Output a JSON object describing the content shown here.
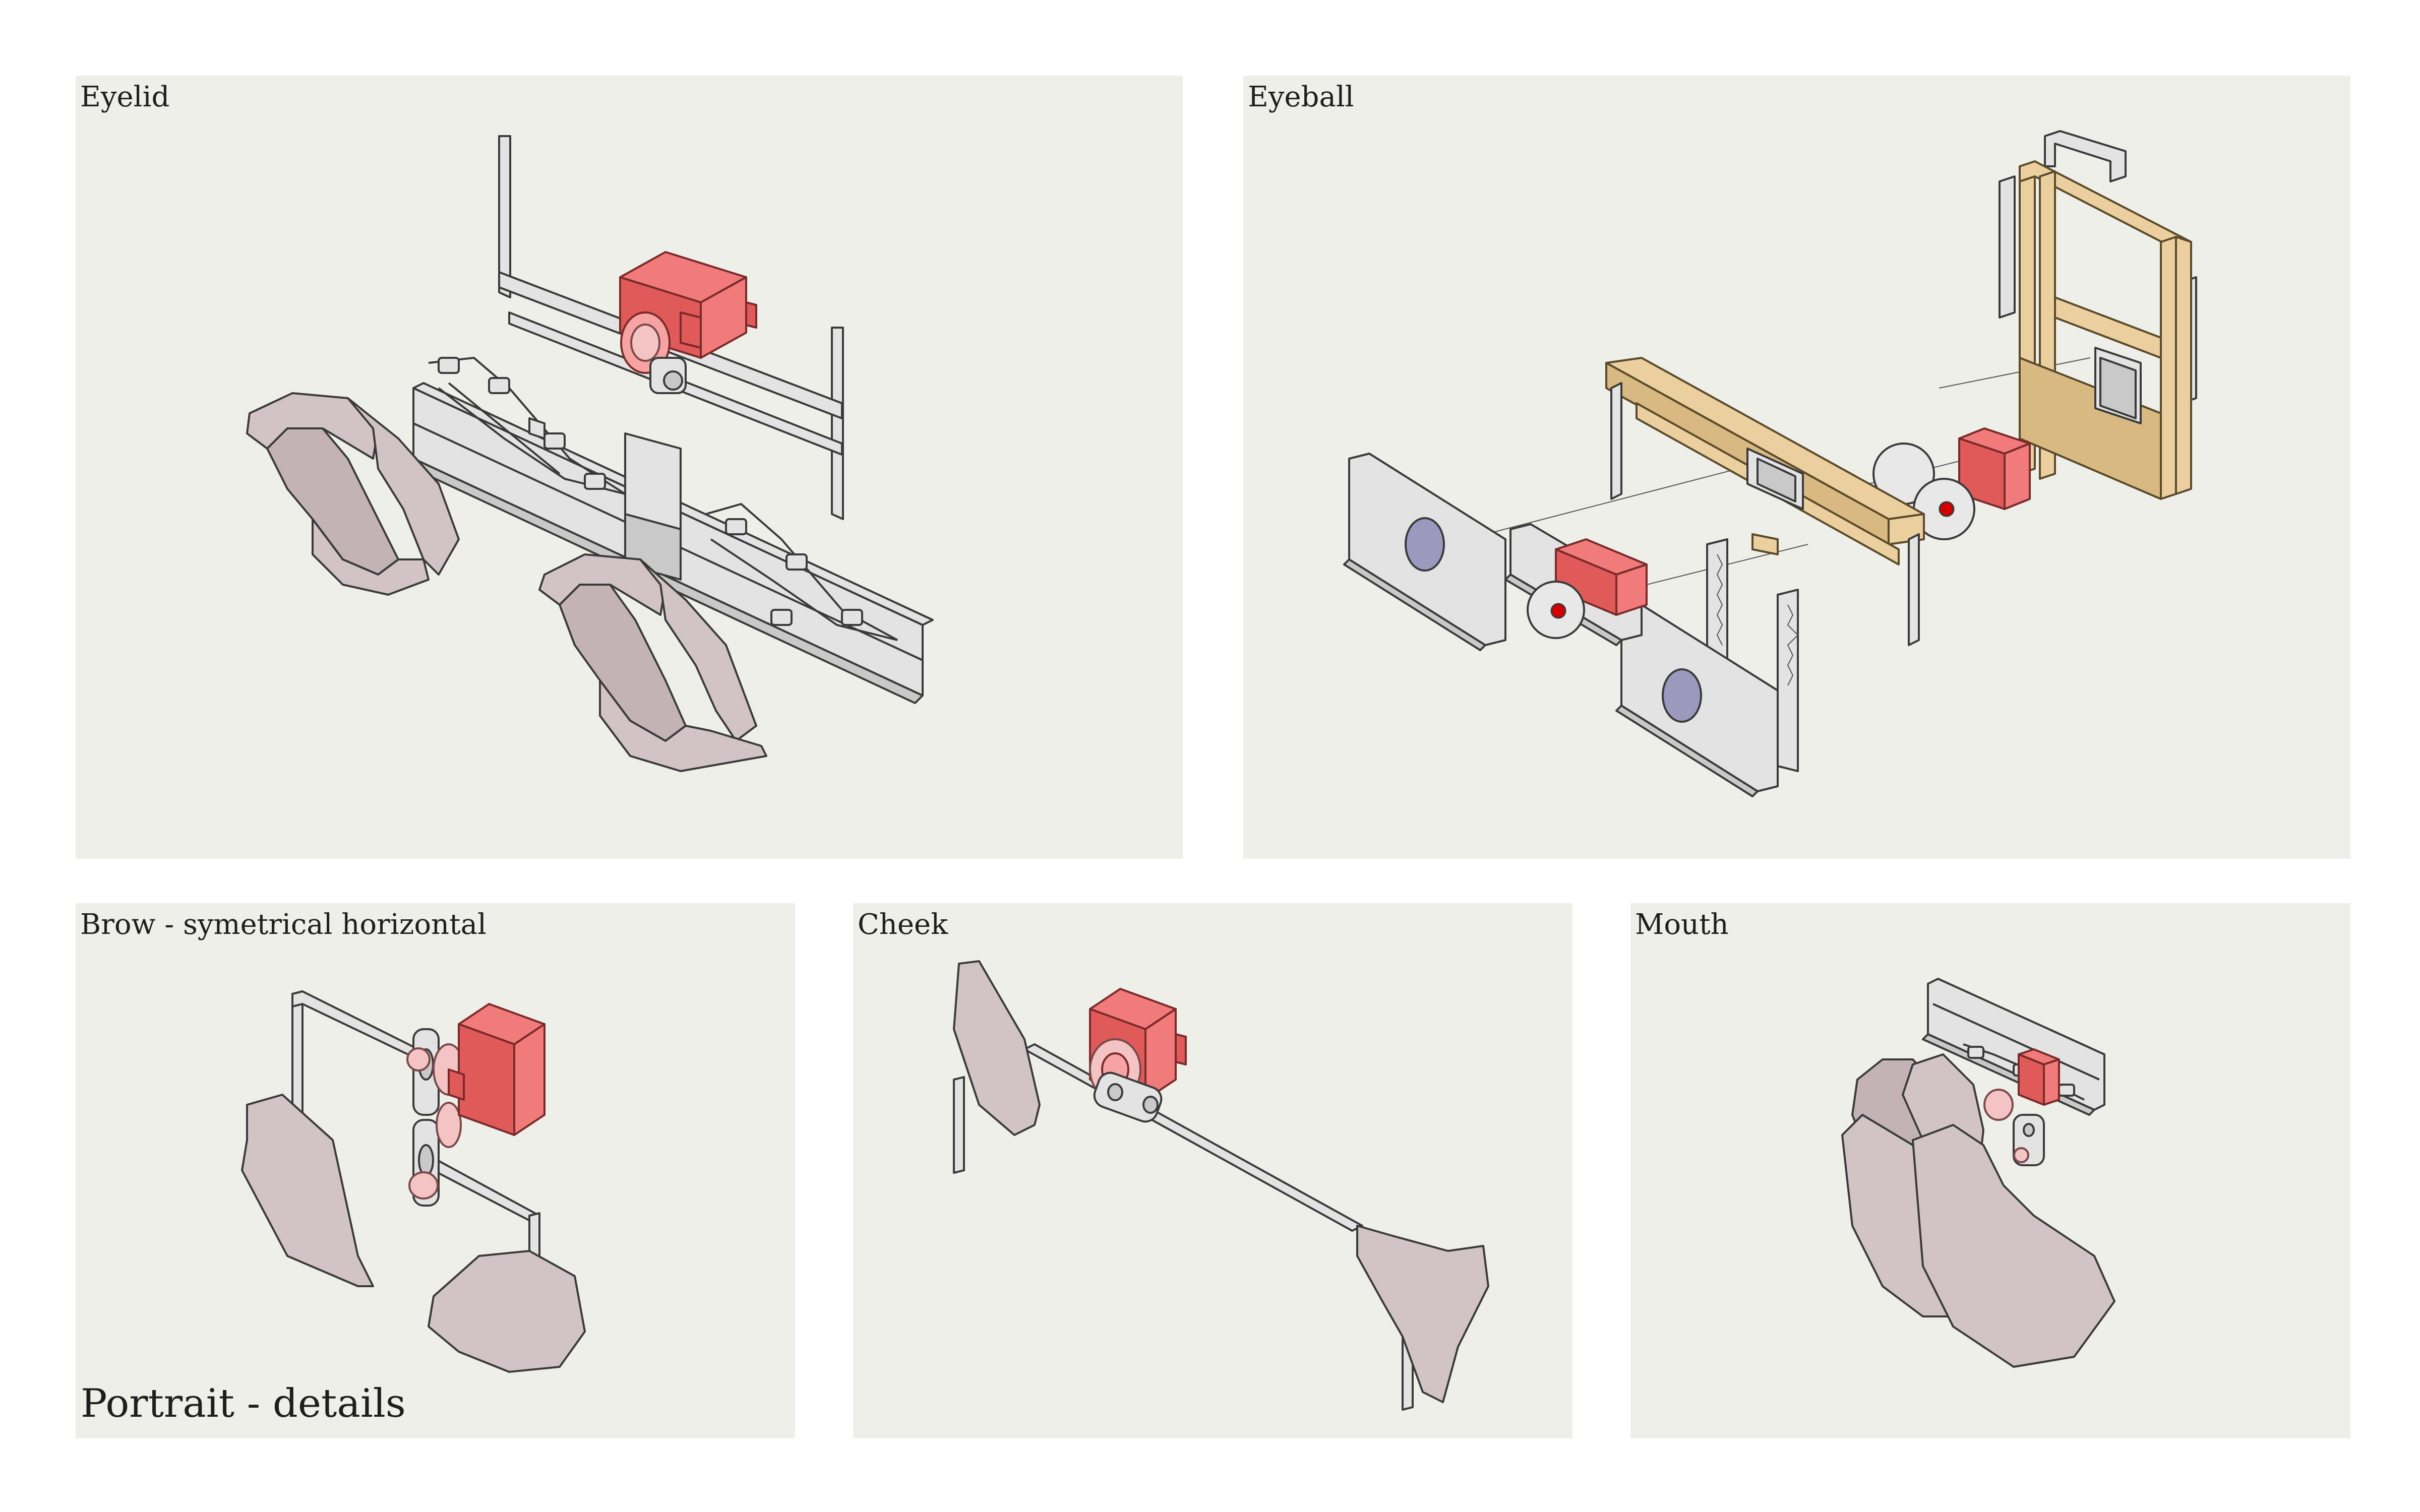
{
  "page_title": "Portrait - details",
  "panels": {
    "eyelid": {
      "label": "Eyelid"
    },
    "eyeball": {
      "label": "Eyeball"
    },
    "brow": {
      "label": "Brow - symetrical horizontal"
    },
    "cheek": {
      "label": "Cheek"
    },
    "mouth": {
      "label": "Mouth"
    }
  },
  "colors": {
    "panel_bg": "#efefea",
    "servo": "#f17a7a",
    "pad": "#d2c4c6",
    "wood": "#ebcf9f",
    "metal": "#e3e3e3",
    "eye": "#9b99bd"
  }
}
